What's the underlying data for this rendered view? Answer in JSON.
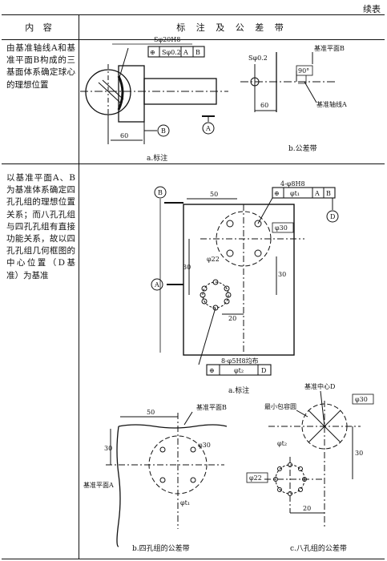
{
  "continued": "续表",
  "header": {
    "col1": "内 容",
    "col2": "标 注 及 公 差 带"
  },
  "row1": {
    "text": "由基准轴线A和基准平面B构成的三基面体系确定球心的理想位置",
    "fig_a": {
      "size_label": "Sφ20H8",
      "fcf": [
        "⊕",
        "Sφ0.2",
        "A",
        "B"
      ],
      "dim": "60",
      "datum_a": "A",
      "datum_b": "B",
      "caption": "a.标注"
    },
    "fig_b": {
      "tol": "Sφ0.2",
      "plane_label": "基准平面B",
      "angle": "90°",
      "dim": "60",
      "axis_label": "基准轴线A",
      "caption": "b.公差带"
    }
  },
  "row2": {
    "text": "以基准平面A、B为基准体系确定四孔孔组的理想位置关系；而八孔孔组与四孔孔组有直接功能关系，故以四孔孔组几何框图的中心位置（D基准）为基准",
    "fig_a": {
      "top_note": "4-φ8H8",
      "top_fcf": [
        "⊕",
        "φt₁",
        "A",
        "B"
      ],
      "dim_50": "50",
      "dim_30v": "30",
      "phi30": "φ30",
      "phi22": "φ22",
      "dim_30b": "30",
      "dim_20": "20",
      "datum_a": "A",
      "datum_b": "B",
      "datum_d": "D",
      "bottom_note": "8-φ5H8均布",
      "bottom_fcf": [
        "⊕",
        "φt₂",
        "D"
      ],
      "caption": "a.标注"
    },
    "fig_b": {
      "dim_50": "50",
      "plane_b": "基准平面B",
      "dim_30": "30",
      "phi30": "φ30",
      "t1": "φt₁",
      "plane_a": "基准平面A",
      "caption": "b.四孔组的公差带"
    },
    "fig_c": {
      "center_label": "基准中心D",
      "phi30": "φ30",
      "min_env": "最小包容圆",
      "t2": "φt₂",
      "dim_30": "30",
      "phi22": "φ22",
      "dim_20": "20",
      "caption": "c.八孔组的公差带"
    }
  }
}
